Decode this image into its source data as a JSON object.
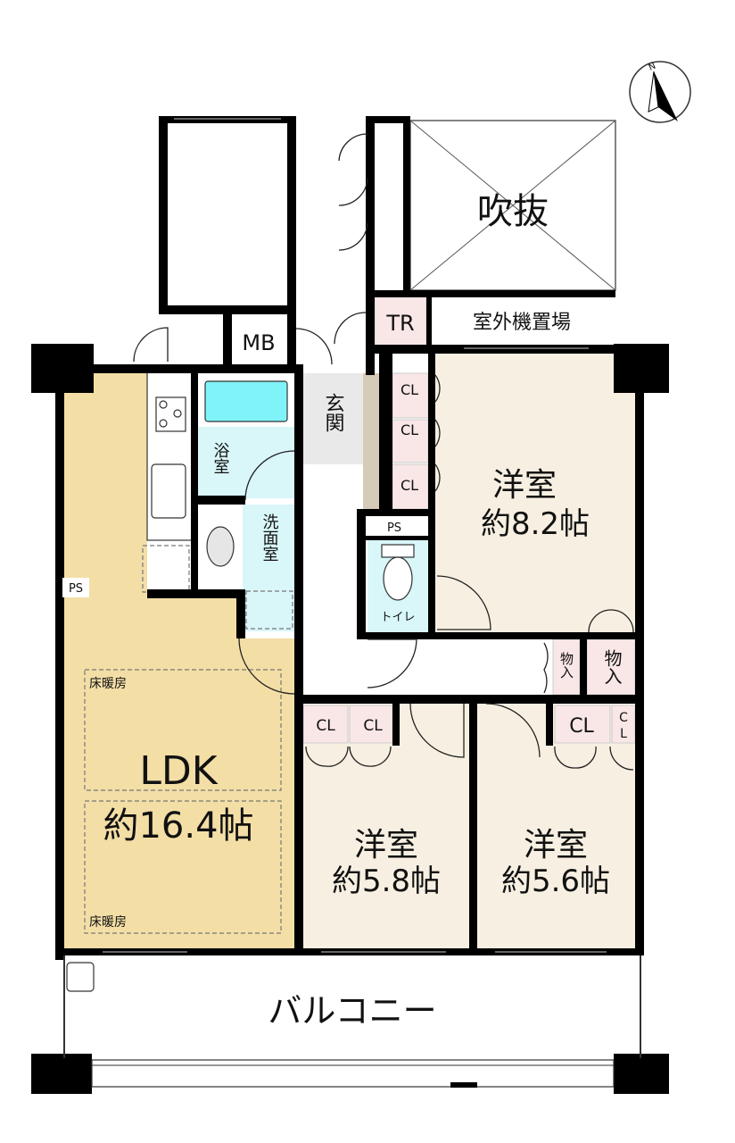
{
  "colors": {
    "ldk": "#f3dea6",
    "room": "#f7f0e2",
    "wet": "#d9f6f8",
    "tub": "#7ff4f8",
    "closet": "#f9e6e6",
    "entrance": "#e9e9e9",
    "step": "#d6cab9",
    "wall": "#000000"
  },
  "compass": {
    "label": "N"
  },
  "rooms": {
    "ldk": {
      "name": "LDK",
      "size": "約16.4帖"
    },
    "western_1": {
      "name": "洋室",
      "size": "約8.2帖"
    },
    "western_2": {
      "name": "洋室",
      "size": "約5.8帖"
    },
    "western_3": {
      "name": "洋室",
      "size": "約5.6帖"
    },
    "bath": "浴室",
    "washroom": "洗面室",
    "toilet": "トイレ",
    "entrance": "玄関",
    "atrium": "吹抜",
    "outdoor_unit": "室外機置場",
    "balcony": "バルコニー",
    "mb": "MB",
    "tr": "TR"
  },
  "labels": {
    "ps_ldk": "PS",
    "ps_toilet": "PS",
    "floor_heating_top": "床暖房",
    "floor_heating_bottom": "床暖房",
    "cl": "CL",
    "cl_vertical_1": "C",
    "cl_vertical_2": "L",
    "storage": "物入"
  }
}
